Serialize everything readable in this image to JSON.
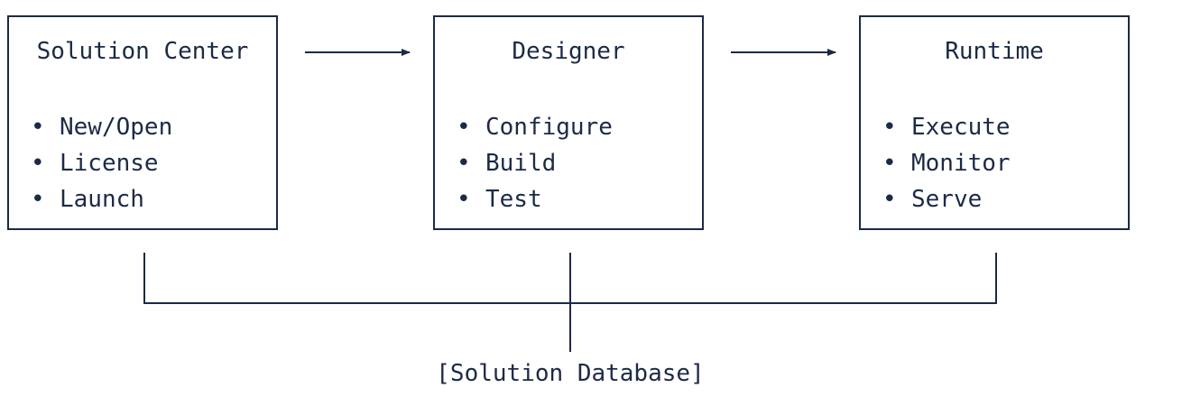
{
  "colors": {
    "ink": "#1b2a45",
    "background": "#ffffff"
  },
  "stages": [
    {
      "title": "Solution Center",
      "items": [
        "New/Open",
        "License",
        "Launch"
      ]
    },
    {
      "title": "Designer",
      "items": [
        "Configure",
        "Build",
        "Test"
      ]
    },
    {
      "title": "Runtime",
      "items": [
        "Execute",
        "Monitor",
        "Serve"
      ]
    }
  ],
  "bullet_glyph": "•",
  "database": {
    "label": "[Solution Database]"
  }
}
